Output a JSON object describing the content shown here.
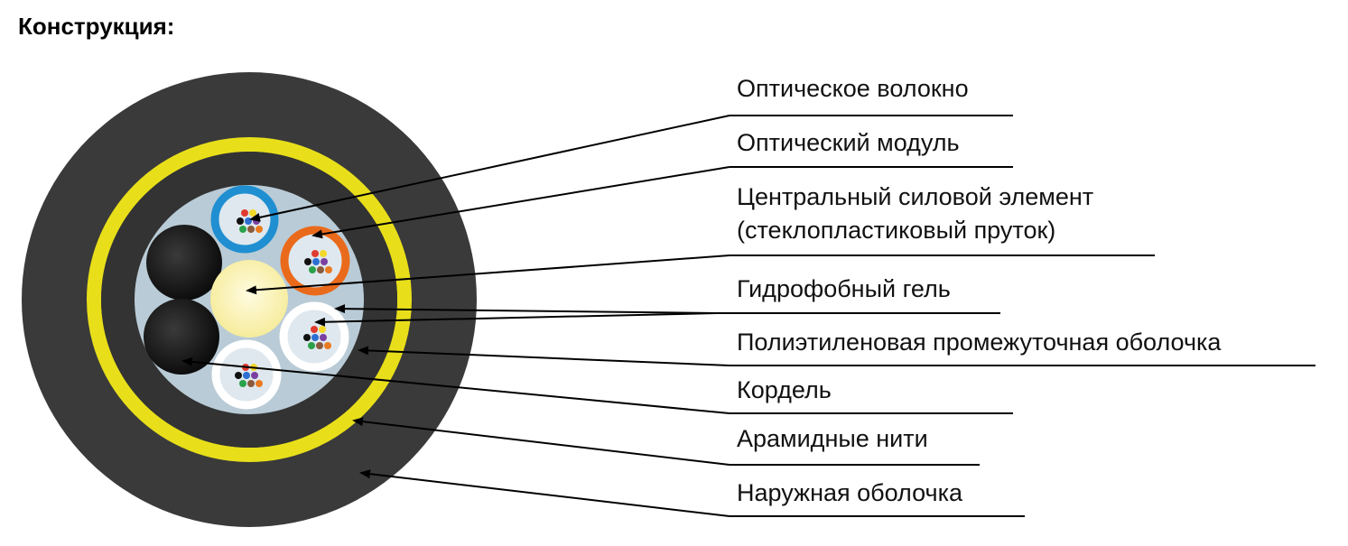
{
  "heading": "Конструкция:",
  "labels": {
    "optical_fiber": "Оптическое волокно",
    "optical_module": "Оптический модуль",
    "central_member_1": "Центральный силовой элемент",
    "central_member_2": "(стеклопластиковый пруток)",
    "hydrophobic_gel": "Гидрофобный гель",
    "intermediate_sheath": "Полиэтиленовая промежуточная оболочка",
    "cordel": "Кордель",
    "aramid_yarns": "Арамидные нити",
    "outer_sheath": "Наружная оболочка"
  },
  "colors": {
    "outer_sheath": "#3a3a3a",
    "aramid": "#e8df1a",
    "core_fill": "#b9cbd6",
    "central_member": "#fbf3b8",
    "module_blue": "#1f8fd1",
    "module_orange": "#ea6a1c",
    "module_white": "#ffffff",
    "cordel": "#1a1a1a"
  }
}
